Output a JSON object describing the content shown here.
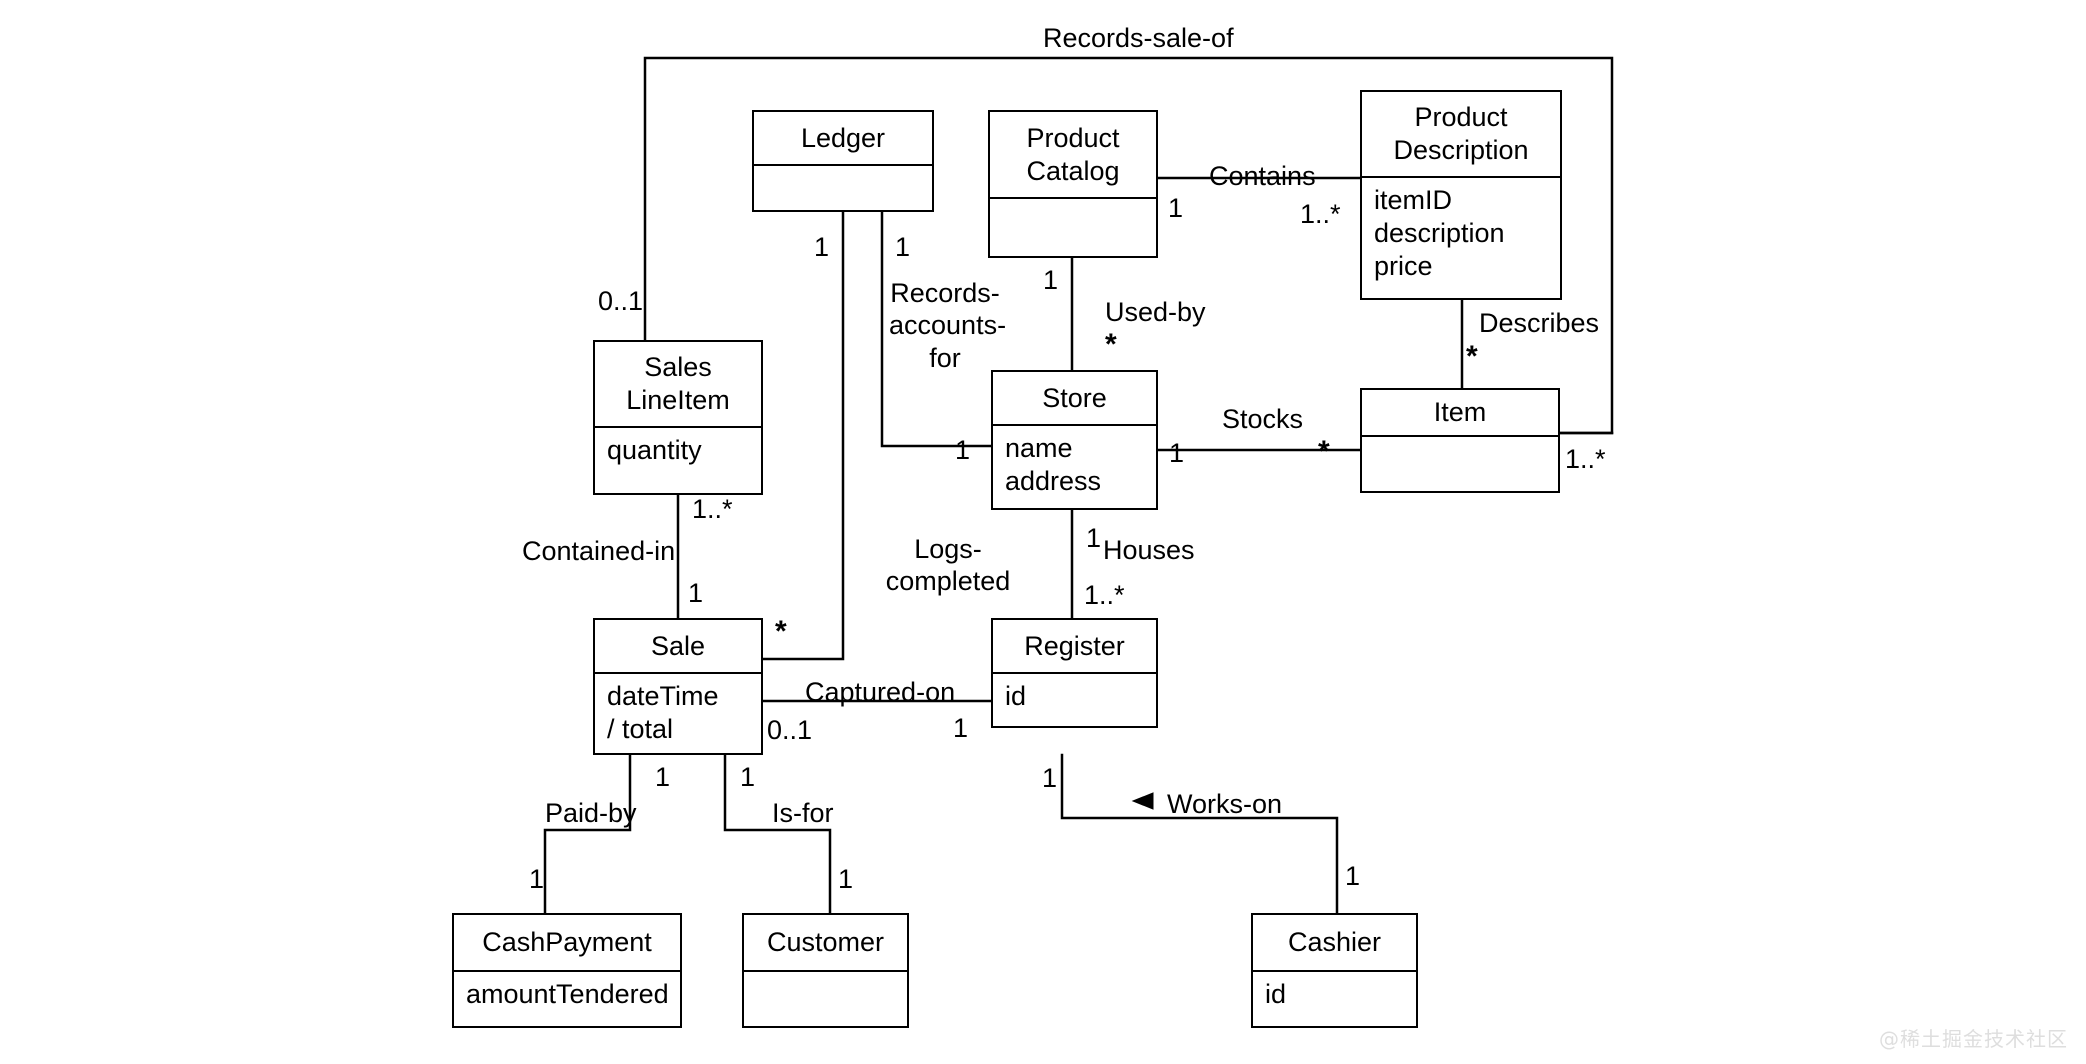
{
  "diagram": {
    "title": "Domain Model (POS) UML Class Diagram",
    "watermark": "@稀土掘金技术社区",
    "stroke_color": "#000000",
    "background_color": "#ffffff"
  },
  "classes": [
    {
      "id": "ledger",
      "name": "Ledger",
      "attributes": ""
    },
    {
      "id": "product-catalog",
      "name": "Product\nCatalog",
      "attributes": ""
    },
    {
      "id": "product-description",
      "name": "Product\nDescription",
      "attributes": "itemID\ndescription\nprice"
    },
    {
      "id": "sales-lineitem",
      "name": "Sales\nLineItem",
      "attributes": "quantity"
    },
    {
      "id": "store",
      "name": "Store",
      "attributes": "name\naddress"
    },
    {
      "id": "item",
      "name": "Item",
      "attributes": ""
    },
    {
      "id": "sale",
      "name": "Sale",
      "attributes": "dateTime\n/ total"
    },
    {
      "id": "register",
      "name": "Register",
      "attributes": "id"
    },
    {
      "id": "cash-payment",
      "name": "CashPayment",
      "attributes": "amountTendered"
    },
    {
      "id": "customer",
      "name": "Customer",
      "attributes": ""
    },
    {
      "id": "cashier",
      "name": "Cashier",
      "attributes": "id"
    }
  ],
  "associations": [
    {
      "id": "records-sale-of",
      "label": "Records-sale-of",
      "from": "ledger",
      "to": "sale",
      "from_mult": "1..*",
      "to_mult": "0..1"
    },
    {
      "id": "contains",
      "label": "Contains",
      "from": "product-catalog",
      "to": "product-description",
      "from_mult": "1",
      "to_mult": "1..*"
    },
    {
      "id": "describes",
      "label": "Describes",
      "from": "product-description",
      "to": "item",
      "from_mult": "",
      "to_mult": "*"
    },
    {
      "id": "used-by",
      "label": "Used-by",
      "from": "product-catalog",
      "to": "store",
      "from_mult": "1",
      "to_mult": "*"
    },
    {
      "id": "records-accounts-for",
      "label": "Records-\naccounts-\nfor",
      "from": "ledger",
      "to": "store",
      "from_mult": "1",
      "to_mult": "1"
    },
    {
      "id": "stocks",
      "label": "Stocks",
      "from": "store",
      "to": "item",
      "from_mult": "1",
      "to_mult": "*"
    },
    {
      "id": "contained-in",
      "label": "Contained-in",
      "from": "sales-lineitem",
      "to": "sale",
      "from_mult": "1..*",
      "to_mult": "1"
    },
    {
      "id": "logs-completed",
      "label": "Logs-\ncompleted",
      "from": "ledger",
      "to": "sale",
      "from_mult": "1",
      "to_mult": "*"
    },
    {
      "id": "houses",
      "label": "Houses",
      "from": "store",
      "to": "register",
      "from_mult": "1",
      "to_mult": "1..*"
    },
    {
      "id": "captured-on",
      "label": "Captured-on",
      "from": "sale",
      "to": "register",
      "from_mult": "0..1",
      "to_mult": "1"
    },
    {
      "id": "paid-by",
      "label": "Paid-by",
      "from": "sale",
      "to": "cash-payment",
      "from_mult": "1",
      "to_mult": "1"
    },
    {
      "id": "is-for",
      "label": "Is-for",
      "from": "sale",
      "to": "customer",
      "from_mult": "1",
      "to_mult": "1"
    },
    {
      "id": "works-on",
      "label": "Works-on",
      "from": "register",
      "to": "cashier",
      "from_mult": "1",
      "to_mult": "1",
      "navigable": true
    }
  ],
  "labels": {
    "records_sale_of": "Records-sale-of",
    "contains": "Contains",
    "describes": "Describes",
    "used_by": "Used-by",
    "records_accounts_for": "Records-\naccounts-\nfor",
    "stocks": "Stocks",
    "contained_in": "Contained-in",
    "logs_completed": "Logs-\ncompleted",
    "houses": "Houses",
    "captured_on": "Captured-on",
    "paid_by": "Paid-by",
    "is_for": "Is-for",
    "works_on": "Works-on"
  },
  "multiplicities": {
    "sale_to_ledger_top": "0..1",
    "catalog_contains": "1",
    "description_contains": "1..*",
    "description_describes": "*",
    "ledger_left": "1",
    "ledger_right": "1",
    "catalog_used_by": "1",
    "store_used_by": "*",
    "store_accounts_for": "1",
    "store_stocks": "1",
    "item_stocks": "*",
    "item_records_sale_of": "1..*",
    "lineitem_contained_in": "1..*",
    "sale_contained_in": "1",
    "sale_logs_completed": "*",
    "store_houses": "1",
    "register_houses": "1..*",
    "sale_captured_on": "0..1",
    "register_captured_on": "1",
    "sale_paid_by": "1",
    "sale_is_for": "1",
    "cashpayment_paid_by": "1",
    "customer_is_for": "1",
    "register_works_on": "1",
    "cashier_works_on": "1"
  }
}
